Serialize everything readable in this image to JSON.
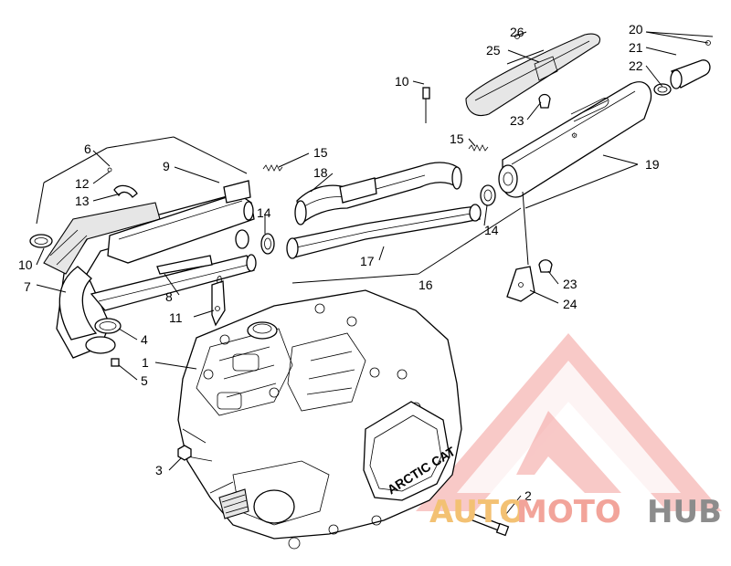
{
  "callouts": [
    "1",
    "2",
    "3",
    "4",
    "5",
    "6",
    "7",
    "8",
    "9",
    "10",
    "11",
    "12",
    "13",
    "14",
    "15",
    "16",
    "17",
    "18",
    "19",
    "20",
    "21",
    "22",
    "23",
    "24",
    "25",
    "26"
  ],
  "labels": [
    {
      "id": "26",
      "text": "26"
    },
    {
      "id": "25",
      "text": "25"
    },
    {
      "id": "20",
      "text": "20"
    },
    {
      "id": "21",
      "text": "21"
    },
    {
      "id": "22",
      "text": "22"
    },
    {
      "id": "10a",
      "text": "10"
    },
    {
      "id": "23a",
      "text": "23"
    },
    {
      "id": "15a",
      "text": "15"
    },
    {
      "id": "19",
      "text": "19"
    },
    {
      "id": "6",
      "text": "6"
    },
    {
      "id": "15b",
      "text": "15"
    },
    {
      "id": "18",
      "text": "18"
    },
    {
      "id": "9",
      "text": "9"
    },
    {
      "id": "12",
      "text": "12"
    },
    {
      "id": "13",
      "text": "13"
    },
    {
      "id": "14a",
      "text": "14"
    },
    {
      "id": "14b",
      "text": "14"
    },
    {
      "id": "10b",
      "text": "10"
    },
    {
      "id": "17",
      "text": "17"
    },
    {
      "id": "7",
      "text": "7"
    },
    {
      "id": "16",
      "text": "16"
    },
    {
      "id": "23b",
      "text": "23"
    },
    {
      "id": "8",
      "text": "8"
    },
    {
      "id": "24",
      "text": "24"
    },
    {
      "id": "11",
      "text": "11"
    },
    {
      "id": "4",
      "text": "4"
    },
    {
      "id": "1",
      "text": "1"
    },
    {
      "id": "5",
      "text": "5"
    },
    {
      "id": "3",
      "text": "3"
    },
    {
      "id": "2",
      "text": "2"
    }
  ],
  "engine_cover_text": "ARCTIC CAT",
  "watermark": {
    "part1": "AUTO",
    "part2": "MOTO",
    "part3": "HUB",
    "color_auto": "#f3c173",
    "color_moto": "#f2a49a",
    "color_hub": "#8c8c8c",
    "logo_color": "#f08a86"
  }
}
